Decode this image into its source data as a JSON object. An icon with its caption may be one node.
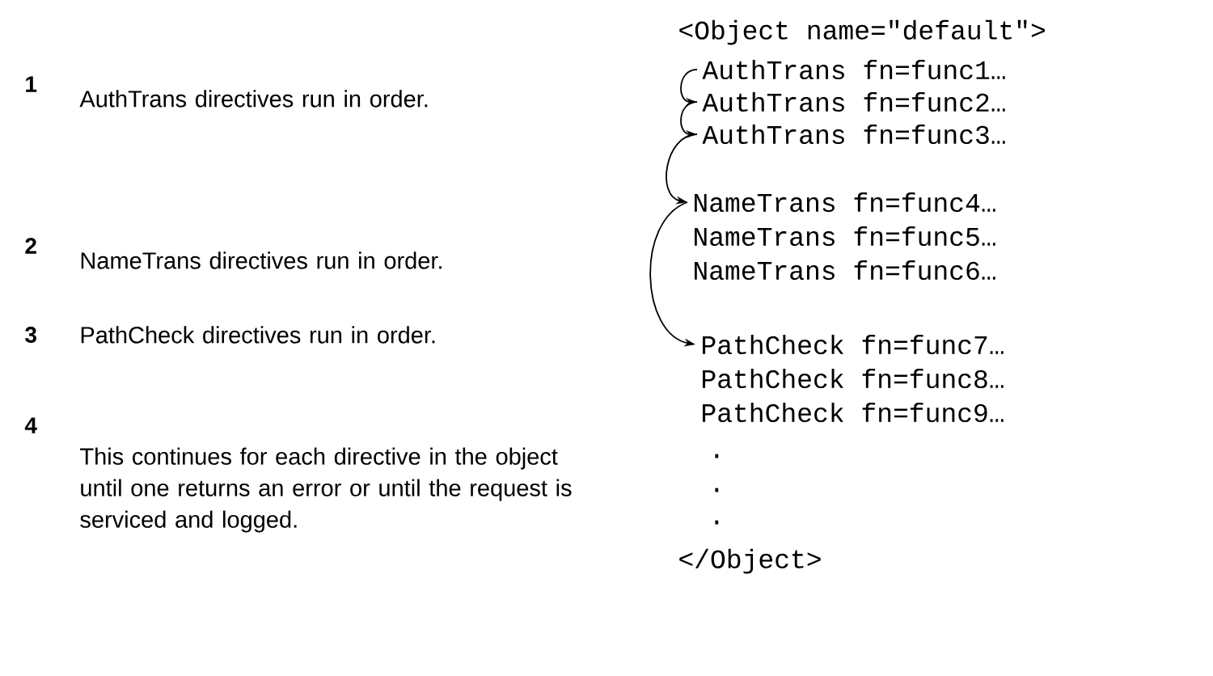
{
  "diagram": {
    "nodes": [
      {
        "text": [
          "AuthTrans fn=func1…"
        ]
      },
      {
        "text": [
          "AuthTrans fn=func2…"
        ]
      },
      {
        "text": [
          "AuthTrans fn=func3…"
        ]
      },
      {
        "text": [
          "NameTrans fn=func4…"
        ]
      },
      {
        "text": [
          "NameTrans fn=func5…"
        ]
      },
      {
        "text": [
          "NameTrans fn=func6…"
        ]
      },
      {
        "text": [
          "PathCheck fn=func7…"
        ]
      },
      {
        "text": [
          "PathCheck fn=func8…"
        ]
      },
      {
        "text": [
          "PathCheck fn=func9…"
        ]
      }
    ],
    "edges": [
      {
        "from": 0,
        "to": 1,
        "arrow": "to"
      },
      {
        "from": 1,
        "to": 2,
        "arrow": "to"
      },
      {
        "from": 2,
        "to": 3,
        "arrow": "to"
      },
      {
        "from": 3,
        "to": 6,
        "arrow": "to"
      }
    ],
    "labels": [
      "<Object name=\"default\">",
      "1",
      "AuthTrans directives run in order.",
      "2",
      "NameTrans directives run in order.",
      "3",
      "PathCheck directives run in order.",
      "4",
      "This continues for each directive in the object until one returns an error or until the request is serviced and logged.",
      ".",
      ".",
      ".",
      "</Object>"
    ]
  }
}
